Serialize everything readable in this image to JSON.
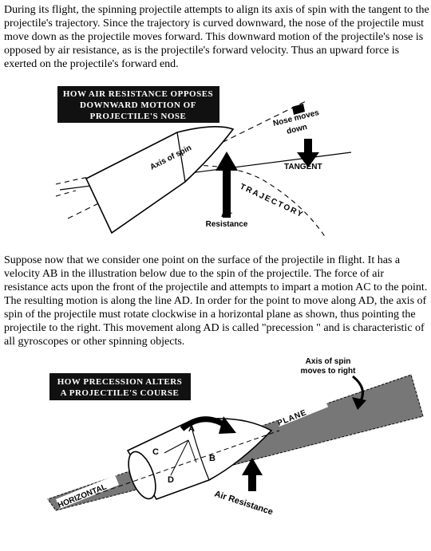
{
  "paragraphs": {
    "p1": "During its flight, the spinning projectile attempts to align its axis of spin with the tangent to the projectile's trajectory. Since the trajectory is curved downward, the nose of the projectile must move down as the projectile moves forward. This downward motion of the projectile's nose is opposed by air resistance, as is the projectile's forward velocity. Thus an upward force is exerted on the projectile's forward end.",
    "p2": "Suppose now that we consider one point on the surface of the projectile in flight. It has a velocity AB in the illustration below due to the spin of the projectile. The force of air resistance acts upon the front of the projectile and attempts to impart a motion AC to the point. The resulting motion is along the line AD. In order for the point to move along AD, the axis of spin of the projectile must rotate clockwise in a horizontal plane as shown, thus pointing the projectile to the right. This movement along AD is called \"precession \" and is characteristic of all gyroscopes or other spinning objects."
  },
  "figure1": {
    "title_line1": "HOW AIR RESISTANCE OPPOSES",
    "title_line2": "DOWNWARD MOTION OF",
    "title_line3": "PROJECTILE'S NOSE",
    "axis_of_spin": "Axis of spin",
    "nose_moves_line1": "Nose moves",
    "nose_moves_line2": "down",
    "tangent": "TANGENT",
    "trajectory": "TRAJECTORY",
    "air_line1": "Air",
    "air_line2": "Resistance"
  },
  "figure2": {
    "title_line1": "HOW PRECESSION ALTERS",
    "title_line2": "A PROJECTILE'S COURSE",
    "axis_line1": "Axis of spin",
    "axis_line2": "moves to right",
    "plane": "PLANE",
    "horizontal": "HORIZONTAL",
    "air_resistance": "Air Resistance",
    "point_a": "A",
    "point_b": "B",
    "point_c": "C",
    "point_d": "D"
  }
}
